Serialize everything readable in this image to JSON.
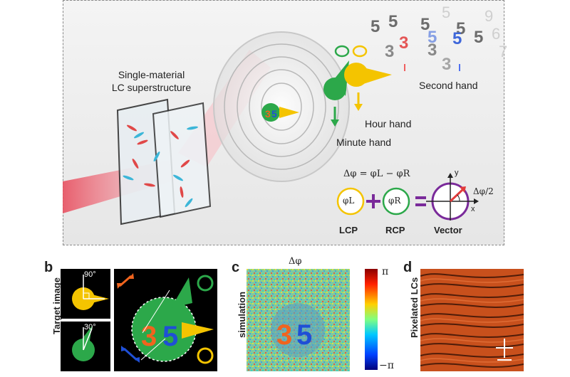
{
  "panel_a": {
    "superstructure_line1": "Single-material",
    "superstructure_line2": "LC superstructure",
    "second_hand": "Second hand",
    "hour_hand": "Hour hand",
    "minute_hand": "Minute hand",
    "equation": "Δφ = φL − φR",
    "phi_L": "φL",
    "phi_R": "φR",
    "lcp": "LCP",
    "rcp": "RCP",
    "vector": "Vector",
    "delta_half": "Δφ/2",
    "axis_x": "x",
    "axis_y": "y"
  },
  "panel_b": {
    "letter": "b",
    "ylabel": "Target image",
    "angle_top": "90°",
    "angle_bottom": "30°"
  },
  "panel_c": {
    "letter": "c",
    "title": "Δφ",
    "ylabel": "simulation",
    "cbar_max": "π",
    "cbar_min": "−π"
  },
  "panel_d": {
    "letter": "d",
    "ylabel": "Pixelated LCs"
  },
  "colors": {
    "yellow": "#f4c400",
    "green": "#2ca84a",
    "purple": "#7a2a9a",
    "orange": "#f0641e",
    "blue": "#1f4fd6",
    "red": "#e23b3b"
  }
}
